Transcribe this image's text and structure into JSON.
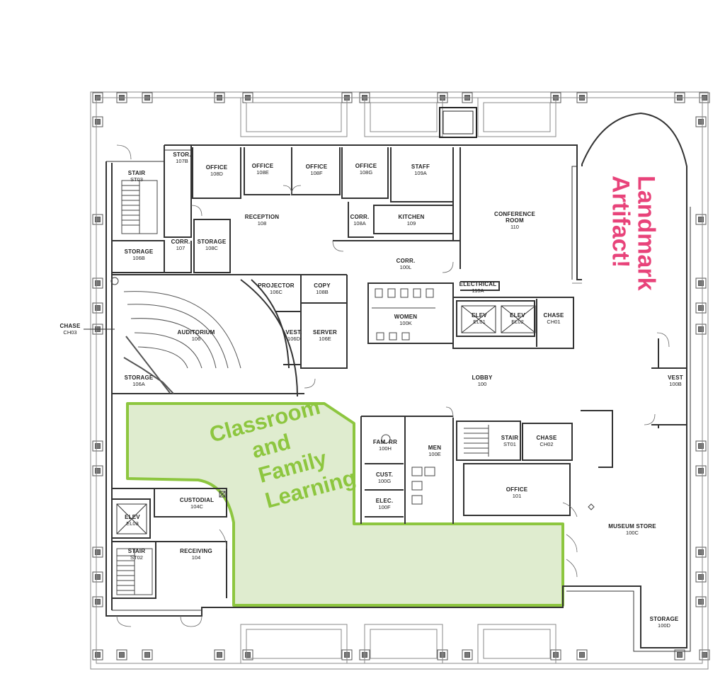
{
  "rooms": [
    {
      "name": "STOR.",
      "number": "107B"
    },
    {
      "name": "OFFICE",
      "number": "108D"
    },
    {
      "name": "OFFICE",
      "number": "108E"
    },
    {
      "name": "OFFICE",
      "number": "108F"
    },
    {
      "name": "OFFICE",
      "number": "108G"
    },
    {
      "name": "STAFF",
      "number": "109A"
    },
    {
      "name": "STAIR",
      "number": "ST03"
    },
    {
      "name": "RECEPTION",
      "number": "108"
    },
    {
      "name": "CORR.",
      "number": "108A"
    },
    {
      "name": "KITCHEN",
      "number": "109"
    },
    {
      "name": "CONFERENCE ROOM",
      "number": "110"
    },
    {
      "name": "STORAGE",
      "number": "106B"
    },
    {
      "name": "CORR.",
      "number": "107"
    },
    {
      "name": "STORAGE",
      "number": "108C"
    },
    {
      "name": "CORR.",
      "number": "100L"
    },
    {
      "name": "PROJECTOR",
      "number": "106C"
    },
    {
      "name": "COPY",
      "number": "108B"
    },
    {
      "name": "ELECTRICAL",
      "number": "110A"
    },
    {
      "name": "CHASE",
      "number": "CH03"
    },
    {
      "name": "AUDITORIUM",
      "number": "106"
    },
    {
      "name": "VEST.",
      "number": "106D"
    },
    {
      "name": "SERVER",
      "number": "106E"
    },
    {
      "name": "WOMEN",
      "number": "100K"
    },
    {
      "name": "ELEV",
      "number": "EL01"
    },
    {
      "name": "ELEV",
      "number": "EL02"
    },
    {
      "name": "CHASE",
      "number": "CH01"
    },
    {
      "name": "STORAGE",
      "number": "106A"
    },
    {
      "name": "LOBBY",
      "number": "100"
    },
    {
      "name": "VEST",
      "number": "100B"
    },
    {
      "name": "FAM. RR",
      "number": "100H"
    },
    {
      "name": "MEN",
      "number": "100E"
    },
    {
      "name": "STAIR",
      "number": "ST01"
    },
    {
      "name": "CHASE",
      "number": "CH02"
    },
    {
      "name": "CUST.",
      "number": "100G"
    },
    {
      "name": "ELEC.",
      "number": "100F"
    },
    {
      "name": "OFFICE",
      "number": "101"
    },
    {
      "name": "CUSTODIAL",
      "number": "104C"
    },
    {
      "name": "ELEV",
      "number": "EL03"
    },
    {
      "name": "MUSEUM STORE",
      "number": "100C"
    },
    {
      "name": "STAIR",
      "number": "ST02"
    },
    {
      "name": "RECEIVING",
      "number": "104"
    },
    {
      "name": "STORAGE",
      "number": "100D"
    }
  ],
  "highlight_areas": {
    "classroom": {
      "lines": [
        "Classroom",
        "and",
        "Family",
        "Learning"
      ],
      "color": "#8dc63f",
      "fill": "#dfeccf"
    },
    "landmark": {
      "lines": [
        "Landmark",
        "Artifact!"
      ],
      "color": "#e8437a"
    }
  }
}
